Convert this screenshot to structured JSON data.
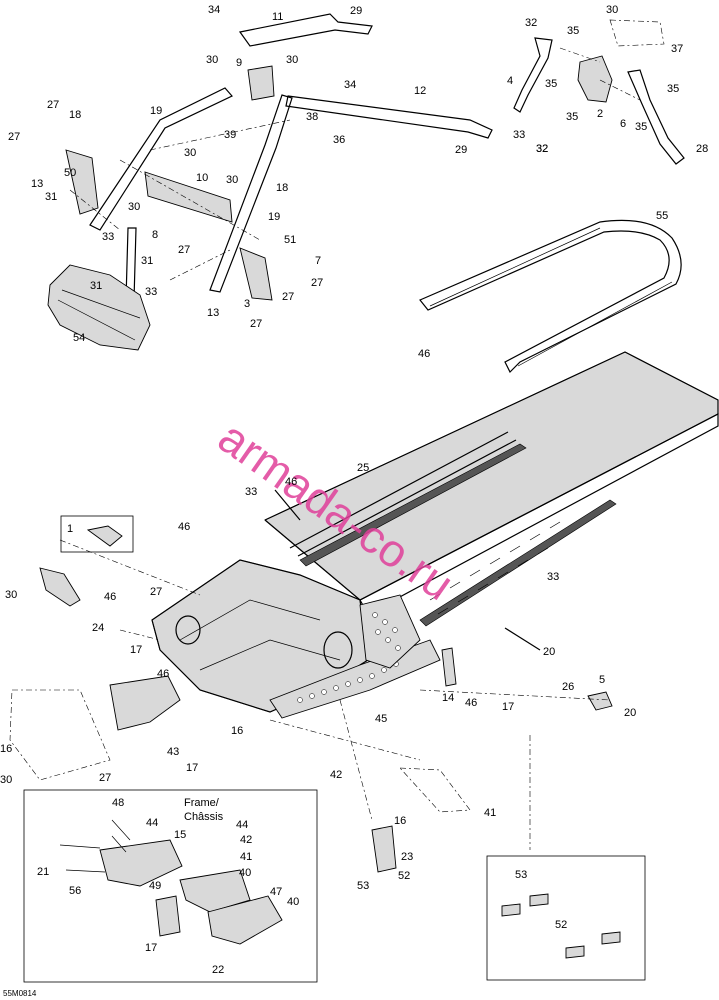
{
  "diagram_code": "55M0814",
  "watermark": "armada-co.ru",
  "frame_label_line1": "Frame/",
  "frame_label_line2": "Châssis",
  "callouts": [
    "34",
    "11",
    "29",
    "30",
    "37",
    "32",
    "35",
    "9",
    "30",
    "34",
    "4",
    "35",
    "2",
    "35",
    "32",
    "30",
    "12",
    "39",
    "38",
    "36",
    "33",
    "35",
    "35",
    "6",
    "28",
    "27",
    "18",
    "19",
    "27",
    "50",
    "30",
    "13",
    "10",
    "30",
    "31",
    "29",
    "32",
    "33",
    "8",
    "30",
    "27",
    "19",
    "18",
    "51",
    "27",
    "7",
    "27",
    "31",
    "31",
    "33",
    "13",
    "27",
    "3",
    "54",
    "55",
    "46",
    "25",
    "46",
    "33",
    "1",
    "46",
    "27",
    "30",
    "46",
    "33",
    "24",
    "20",
    "17",
    "26",
    "5",
    "14",
    "46",
    "17",
    "20",
    "46",
    "16",
    "45",
    "43",
    "17",
    "16",
    "30",
    "27",
    "42",
    "41",
    "48",
    "44",
    "15",
    "44",
    "42",
    "41",
    "21",
    "56",
    "49",
    "40",
    "47",
    "40",
    "17",
    "22",
    "16",
    "23",
    "53",
    "52",
    "53",
    "52"
  ]
}
